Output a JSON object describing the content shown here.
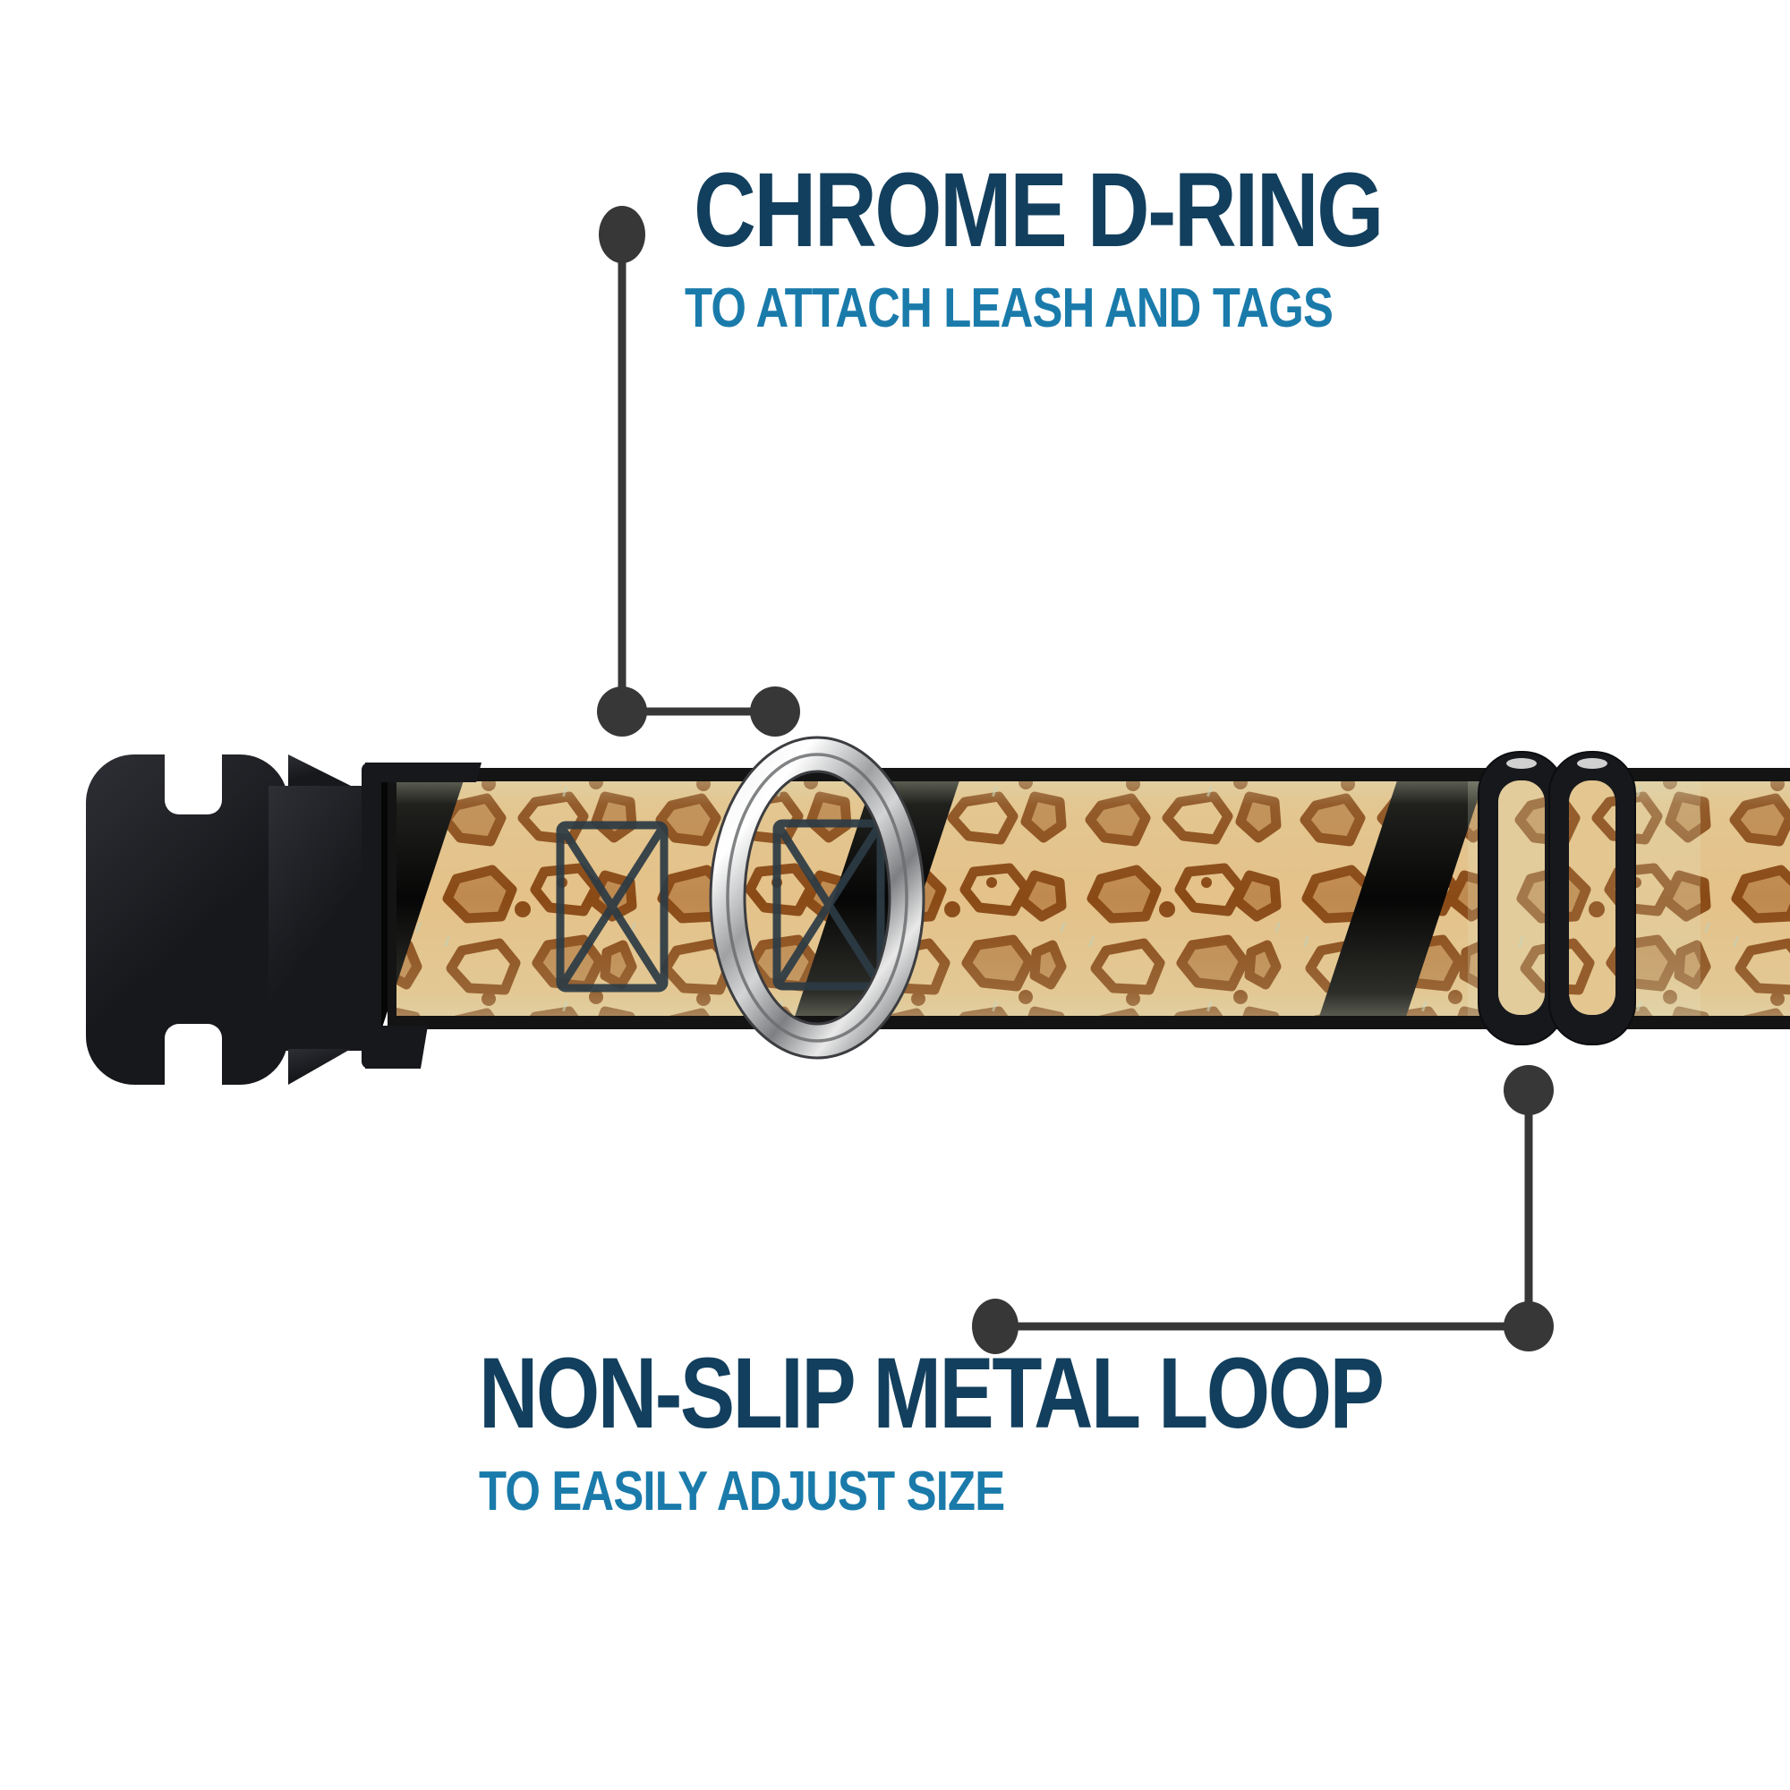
{
  "annotations": {
    "dring": {
      "title": "CHROME D-RING",
      "subtitle": "TO ATTACH LEASH AND TAGS"
    },
    "metal_loop": {
      "title": "NON-SLIP METAL LOOP",
      "subtitle": "TO EASILY ADJUST SIZE"
    }
  },
  "product_parts": [
    {
      "name": "side-release-buckle",
      "color": "black"
    },
    {
      "name": "leopard-print-webbing",
      "colors": "tan / brown with black diagonal stripes"
    },
    {
      "name": "chrome-d-ring"
    },
    {
      "name": "box-x-stitching",
      "count": 2
    },
    {
      "name": "tri-glide-slider",
      "color": "black"
    }
  ],
  "colors": {
    "title-navy": "#123f5d",
    "subtitle-blue": "#1a7bab",
    "callout-ink": "#373737",
    "buckle-dark": "#17181c",
    "buckle-light": "#2e2f34",
    "band-edge": "#141414",
    "stripe-black": "#060606",
    "leo-bg": "#e4c289",
    "leo-fill": "#bf8a4f",
    "leo-line": "#8a4a16",
    "stitch": "#2c3b45",
    "pale-tint": "#dde3c6",
    "page-bg": "#ffffff"
  }
}
